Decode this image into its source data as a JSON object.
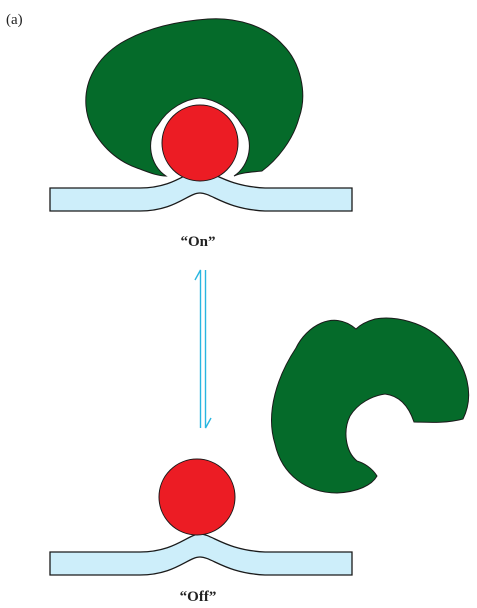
{
  "panel_label": "(a)",
  "states": {
    "on_label": "“On”",
    "off_label": "“Off”"
  },
  "colors": {
    "protein": "#056b2a",
    "ligand": "#ec1c24",
    "membrane_fill": "#cdeefa",
    "membrane_stroke": "#1a1a1a",
    "arrow": "#29b6e0"
  }
}
